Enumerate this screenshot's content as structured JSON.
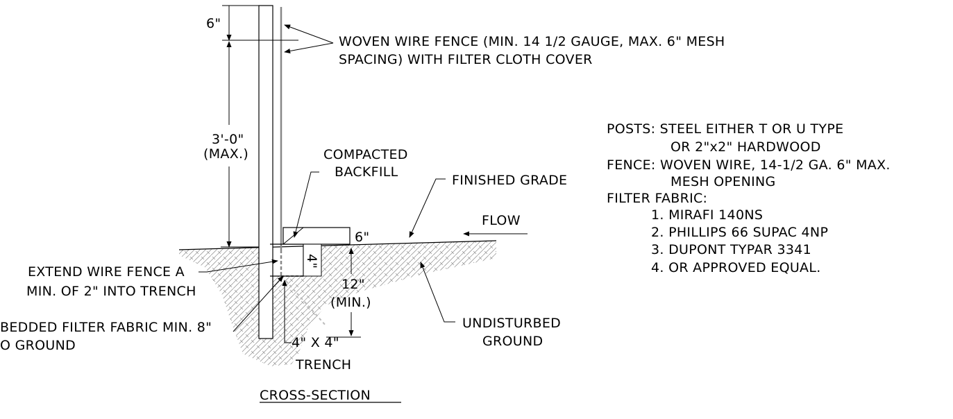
{
  "drawing": {
    "title": "CROSS-SECTION",
    "labels": {
      "top_dim": "6\"",
      "height_dim_1": "3'-0\"",
      "height_dim_2": "(MAX.)",
      "woven_wire_1": "WOVEN WIRE FENCE (MIN. 14 1/2 GAUGE, MAX. 6\" MESH",
      "woven_wire_2": "SPACING) WITH FILTER CLOTH COVER",
      "compacted_1": "COMPACTED",
      "compacted_2": "BACKFILL",
      "finished_grade": "FINISHED GRADE",
      "flow": "FLOW",
      "backfill_dim": "6\"",
      "trench_depth": "4\"",
      "depth_dim_1": "12\"",
      "depth_dim_2": "(MIN.)",
      "extend_1": "EXTEND WIRE FENCE A",
      "extend_2": "MIN. OF 2\" INTO TRENCH",
      "embedded_1": "BEDDED FILTER FABRIC MIN. 8\"",
      "embedded_2": "O GROUND",
      "trench_1": "4\" X 4\"",
      "trench_2": "TRENCH",
      "undisturbed_1": "UNDISTURBED",
      "undisturbed_2": "GROUND"
    },
    "notes": [
      "POSTS:  STEEL EITHER T OR U TYPE",
      "OR 2\"x2\" HARDWOOD",
      "FENCE:  WOVEN WIRE, 14-1/2 GA. 6\" MAX.",
      "MESH OPENING",
      "FILTER FABRIC:",
      "1. MIRAFI 140NS",
      "2. PHILLIPS 66 SUPAC 4NP",
      "3. DUPONT TYPAR 3341",
      "4. OR APPROVED EQUAL."
    ]
  }
}
